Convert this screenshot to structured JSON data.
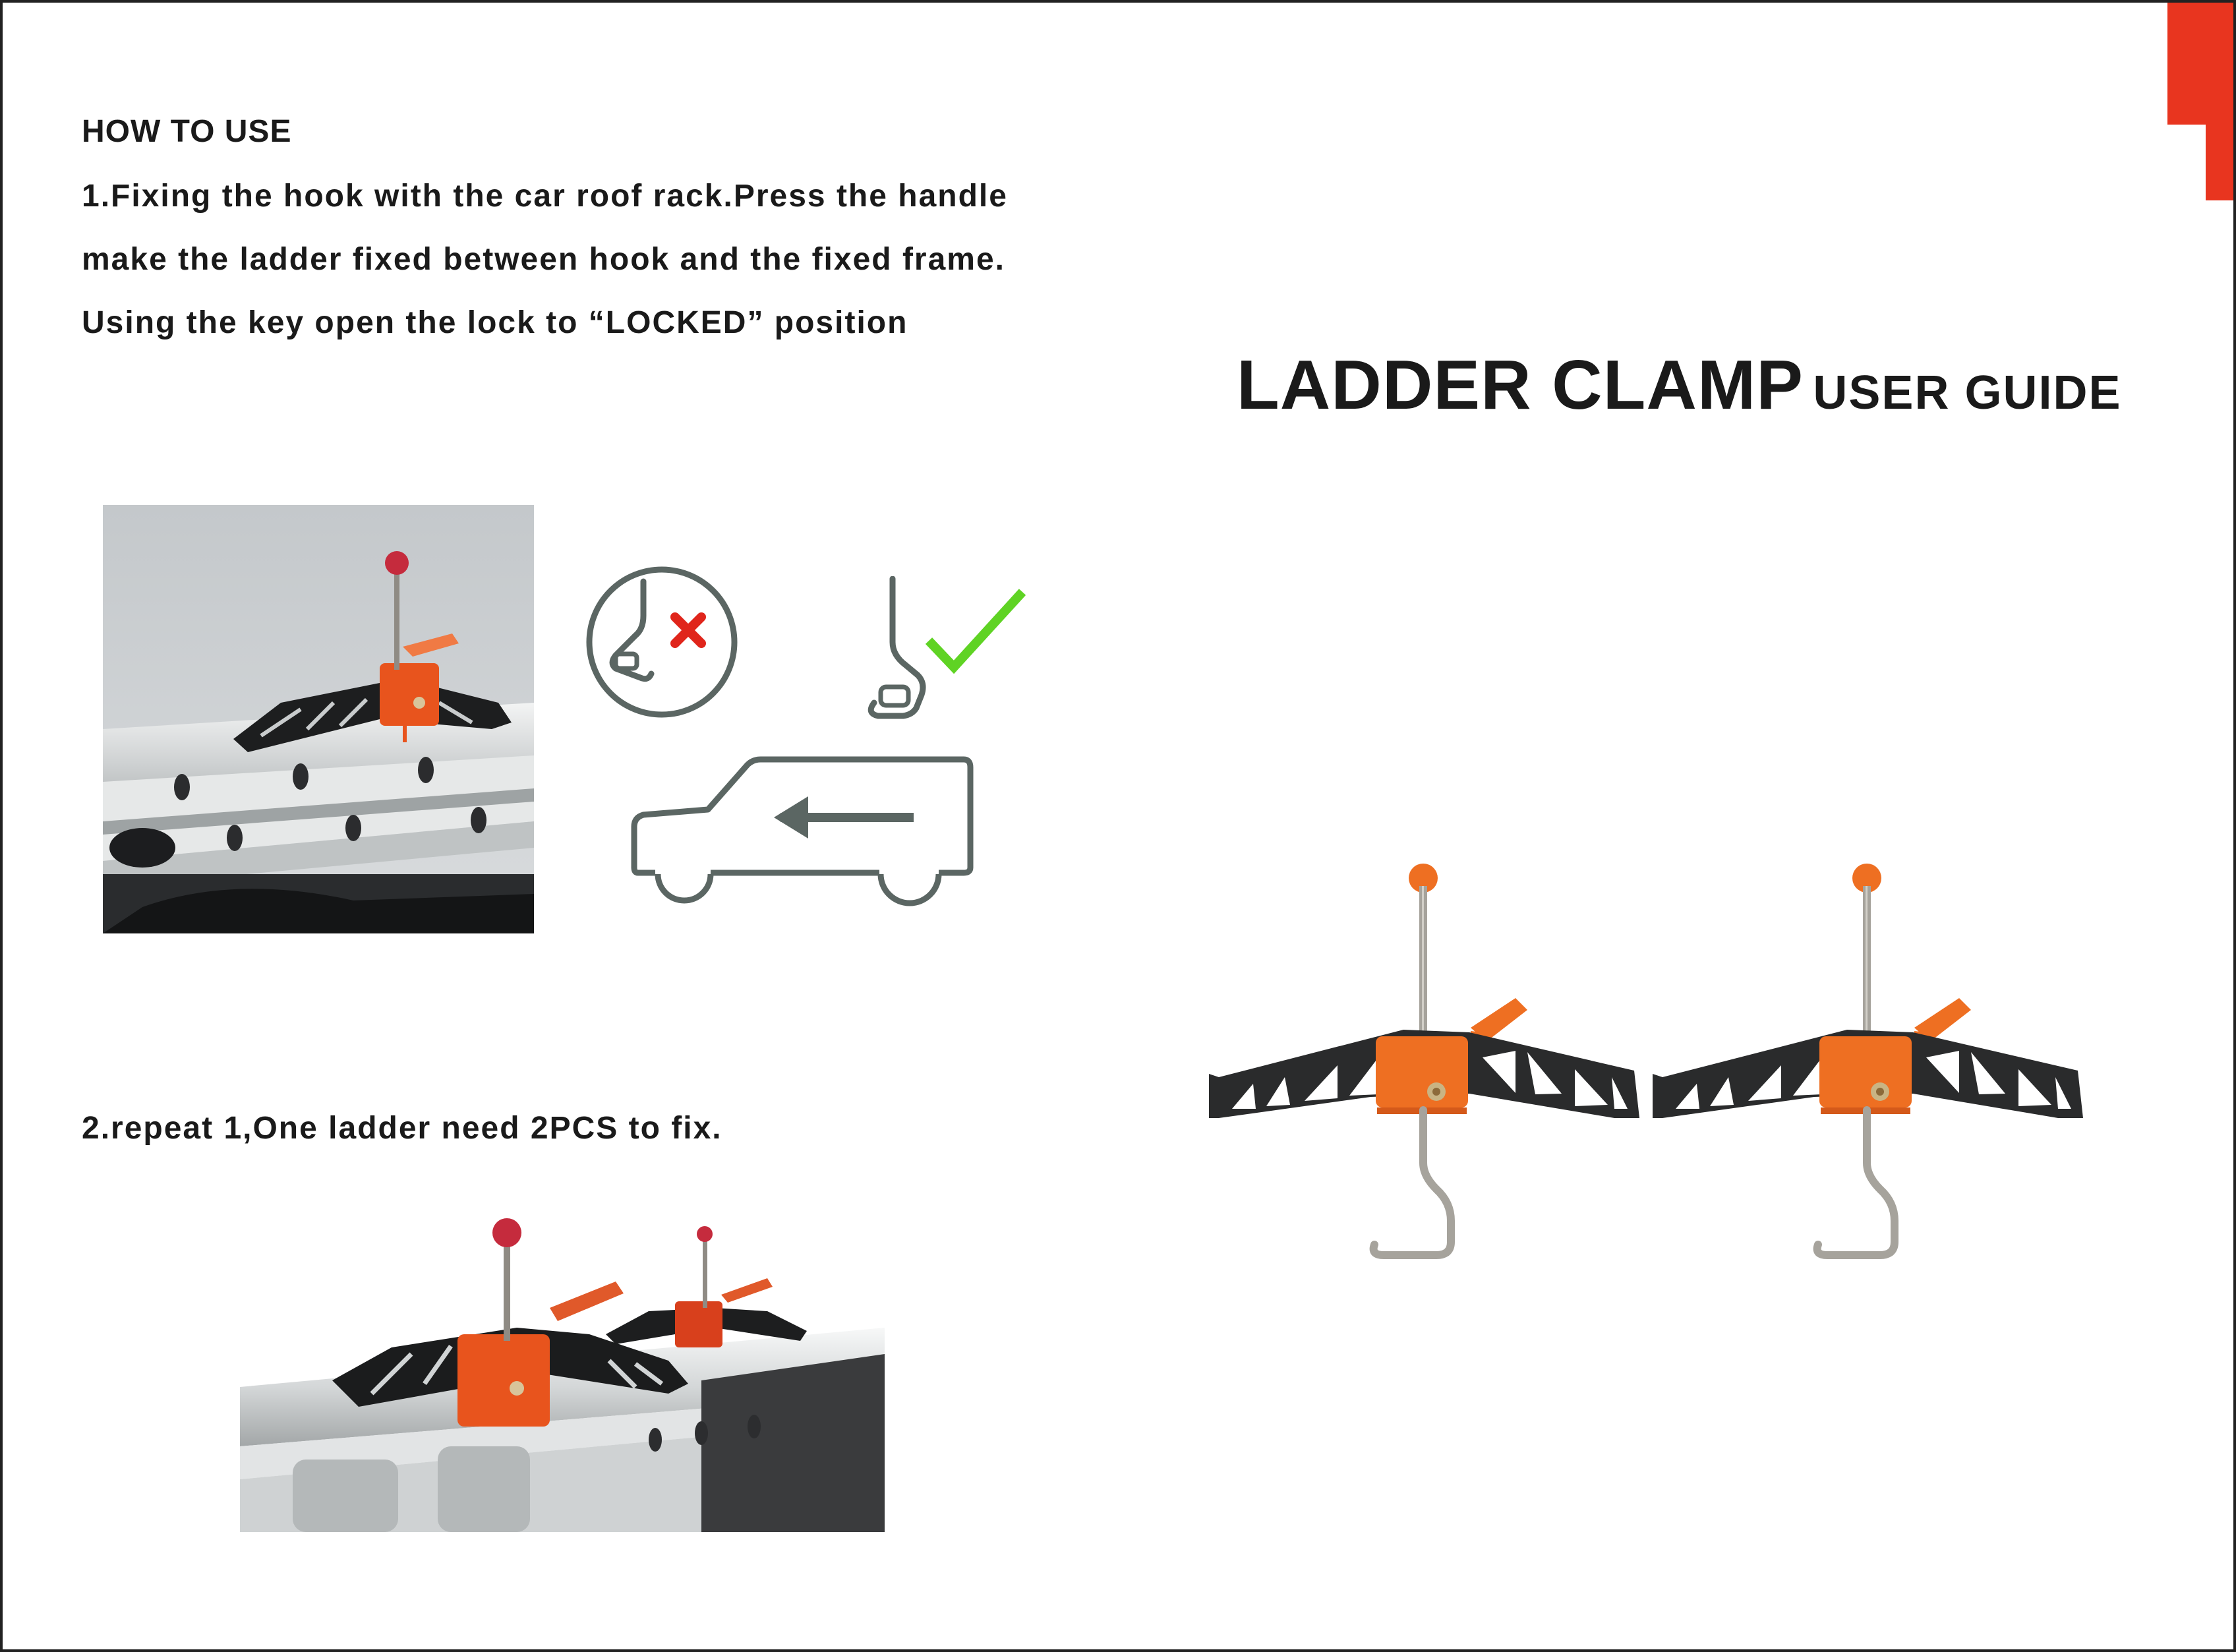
{
  "page": {
    "heading": "HOW TO USE",
    "step1_lines": [
      "1.Fixing the hook with the car roof rack.Press the handle",
      "make the ladder fixed between hook and the fixed frame.",
      "Using the key open the lock to “LOCKED” position"
    ],
    "step2": "2.repeat 1,One ladder need 2PCS to fix.",
    "title_main": "LADDER CLAMP",
    "title_sub": "USER GUIDE"
  },
  "colors": {
    "accent_red": "#e8351f",
    "clamp_orange": "#e85a1f",
    "icon_gray": "#5b6663",
    "check_green": "#5fd324",
    "cross_red": "#e0251b"
  },
  "icons": [
    "wrong-hook-icon",
    "correct-hook-icon",
    "checkmark-icon",
    "cross-icon",
    "van-arrow-icon"
  ]
}
